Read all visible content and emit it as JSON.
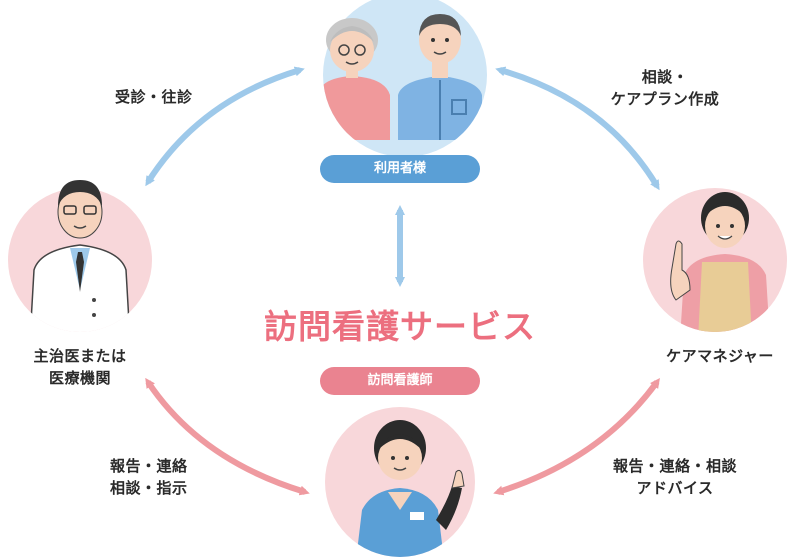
{
  "colors": {
    "blue_arrow": "#9ec9ea",
    "pink_arrow": "#ef9aa0",
    "blue_pill": "#5a9fd6",
    "pink_pill": "#ea8390",
    "title": "#ec6f7f",
    "circle_pink": "#f8d7da",
    "circle_blue": "#cfe6f6"
  },
  "center_title": "訪問看護サービス",
  "pills": {
    "user": "利用者様",
    "nurse": "訪問看護師"
  },
  "nodes": {
    "doctor_line1": "主治医または",
    "doctor_line2": "医療機関",
    "care_manager": "ケアマネジャー"
  },
  "edges": {
    "top_left": "受診・往診",
    "top_right_line1": "相談・",
    "top_right_line2": "ケアプラン作成",
    "bottom_left_line1": "報告・連絡",
    "bottom_left_line2": "相談・指示",
    "bottom_right_line1": "報告・連絡・相談",
    "bottom_right_line2": "アドバイス"
  },
  "icons": [
    "elderly-couple-icon",
    "doctor-icon",
    "care-manager-icon",
    "nurse-icon"
  ]
}
